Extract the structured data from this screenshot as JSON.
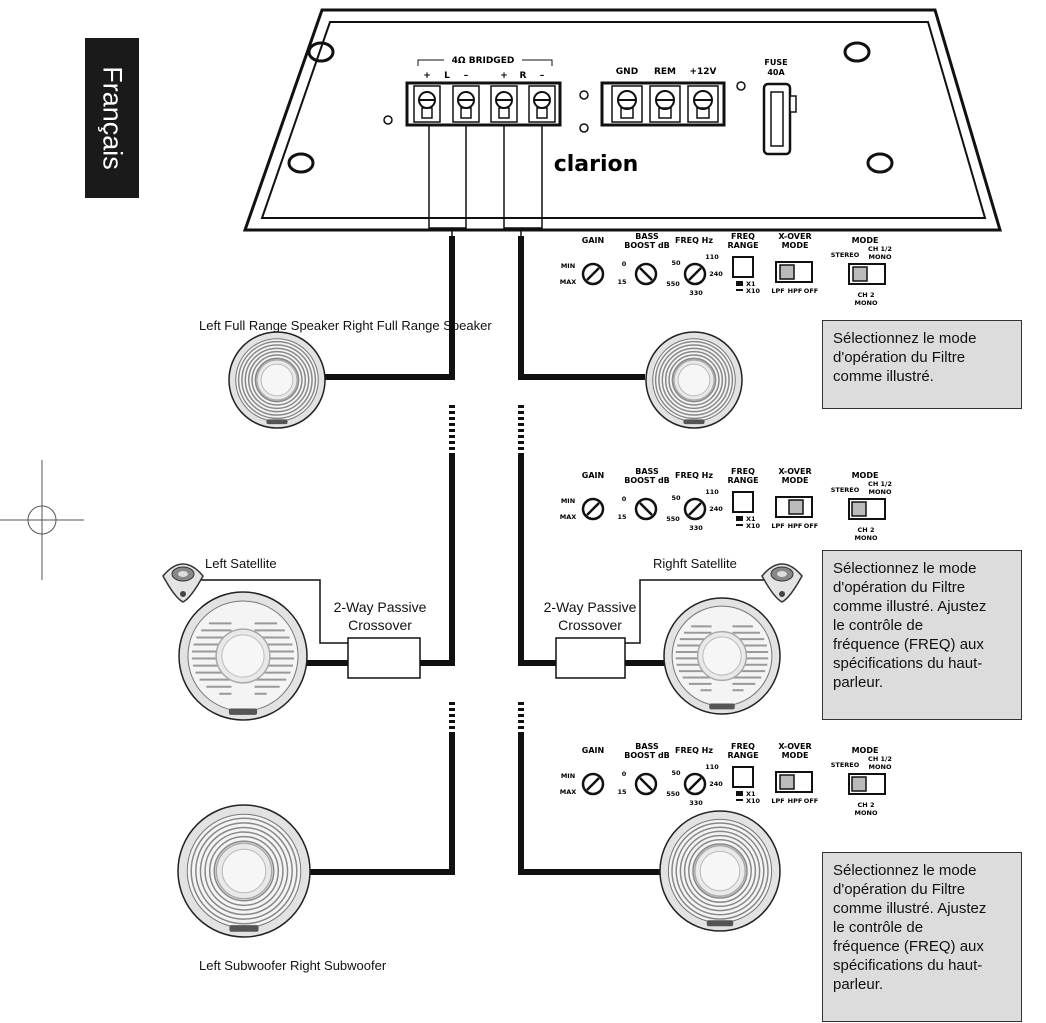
{
  "language_tab": "Français",
  "amplifier": {
    "brand": "clarion",
    "bridged_label": "4Ω BRIDGED",
    "terminals": [
      "+",
      "L",
      "–",
      "+",
      "R",
      "–"
    ],
    "power_terminals": [
      "GND",
      "REM",
      "+12V"
    ],
    "fuse_label": "FUSE",
    "fuse_rating": "40A"
  },
  "control_panel": {
    "gain": "GAIN",
    "gain_min": "MIN",
    "gain_max": "MAX",
    "bass_boost_1": "BASS",
    "bass_boost_2": "BOOST dB",
    "bass_0": "0",
    "bass_15": "15",
    "freq_hz": "FREQ Hz",
    "freq_50": "50",
    "freq_110": "110",
    "freq_240": "240",
    "freq_550": "550",
    "freq_330": "330",
    "freq_range_1": "FREQ",
    "freq_range_2": "RANGE",
    "range_x1": "X1",
    "range_x10": "X10",
    "xover_1": "X-OVER",
    "xover_2": "MODE",
    "xover_lpf": "LPF",
    "xover_hpf": "HPF",
    "xover_off": "OFF",
    "mode": "MODE",
    "mode_stereo": "STEREO",
    "mode_ch12_1": "CH 1/2",
    "mode_ch12_2": "MONO",
    "mode_ch2_1": "CH 2",
    "mode_ch2_2": "MONO"
  },
  "labels": {
    "full_range": "Left Full Range Speaker Right Full Range Speaker",
    "left_satellite": "Left Satellite",
    "right_satellite": "Righft Satellite",
    "crossover_left_1": "2-Way Passive",
    "crossover_left_2": "Crossover",
    "crossover_right_1": "2-Way Passive",
    "crossover_right_2": "Crossover",
    "subwoofer": "Left Subwoofer Right Subwoofer"
  },
  "notes": {
    "note1": [
      "Sélectionnez le mode",
      "d'opération du Filtre",
      "comme illustré."
    ],
    "note2": [
      "Sélectionnez le mode",
      "d'opération du Filtre",
      "comme illustré. Ajustez",
      "le contrôle de",
      "fréquence (FREQ) aux",
      "spécifications du haut-",
      "parleur."
    ],
    "note3": [
      "Sélectionnez le mode",
      "d'opération du Filtre",
      "comme illustré. Ajustez",
      "le contrôle de",
      "fréquence (FREQ) aux",
      "spécifications du haut-",
      "parleur."
    ]
  }
}
